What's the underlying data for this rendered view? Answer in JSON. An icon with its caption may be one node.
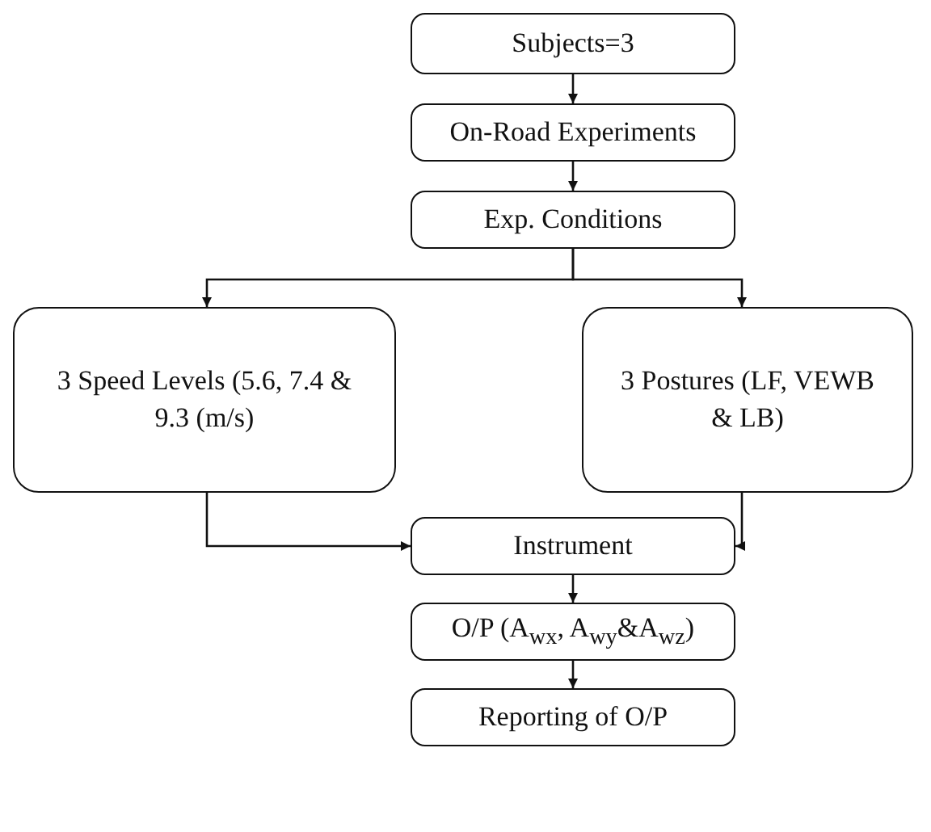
{
  "diagram": {
    "nodes": [
      {
        "text": [
          "Subjects=3"
        ]
      },
      {
        "text": [
          "On-Road Experiments"
        ]
      },
      {
        "text": [
          "Exp. Conditions"
        ]
      },
      {
        "text": [
          "3 Speed Levels (5.6, 7.4 & 9.3 (m/s)"
        ]
      },
      {
        "text": [
          "3 Postures (LF, VEWB & LB)"
        ]
      },
      {
        "text": [
          "Instrument"
        ]
      },
      {
        "text": [
          "O/P (A$_{wx}$, A$_{wy}$&A$_{wz}$)"
        ]
      },
      {
        "text": [
          "Reporting of O/P"
        ]
      }
    ],
    "edges": [
      {
        "from": 0,
        "to": 1,
        "arrow": "to"
      },
      {
        "from": 1,
        "to": 2,
        "arrow": "to"
      },
      {
        "from": 2,
        "to": 3,
        "arrow": "to"
      },
      {
        "from": 2,
        "to": 4,
        "arrow": "to"
      },
      {
        "from": 3,
        "to": 5,
        "arrow": "to"
      },
      {
        "from": 4,
        "to": 5,
        "arrow": "to"
      },
      {
        "from": 5,
        "to": 6,
        "arrow": "to"
      },
      {
        "from": 6,
        "to": 7,
        "arrow": "to"
      }
    ]
  }
}
